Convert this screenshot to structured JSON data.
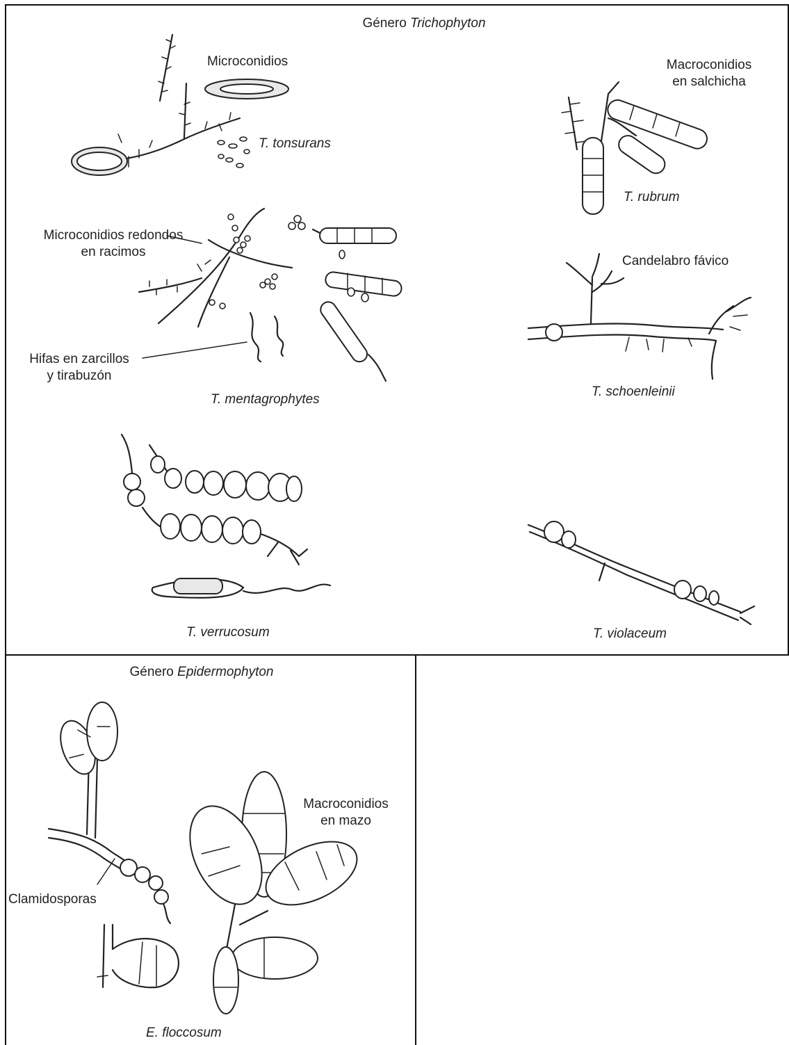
{
  "trichophyton": {
    "genus_prefix": "Género",
    "genus_name": "Trichophyton",
    "labels": {
      "microconidios": "Microconidios",
      "macroconidios_line1": "Macroconidios",
      "macroconidios_line2": "en salchicha",
      "redondos_line1": "Microconidios redondos",
      "redondos_line2": "en racimos",
      "hifas_line1": "Hifas en zarcillos",
      "hifas_line2": "y tirabuzón",
      "candelabro": "Candelabro fávico"
    },
    "species": {
      "tonsurans": "T. tonsurans",
      "rubrum": "T. rubrum",
      "mentagrophytes": "T. mentagrophytes",
      "schoenleinii": "T. schoenleinii",
      "verrucosum": "T. verrucosum",
      "violaceum": "T. violaceum"
    }
  },
  "epidermophyton": {
    "genus_prefix": "Género",
    "genus_name": "Epidermophyton",
    "labels": {
      "macroconidios_line1": "Macroconidios",
      "macroconidios_line2": "en mazo",
      "clamidosporas": "Clamidosporas"
    },
    "species": {
      "floccosum": "E. floccosum"
    }
  }
}
